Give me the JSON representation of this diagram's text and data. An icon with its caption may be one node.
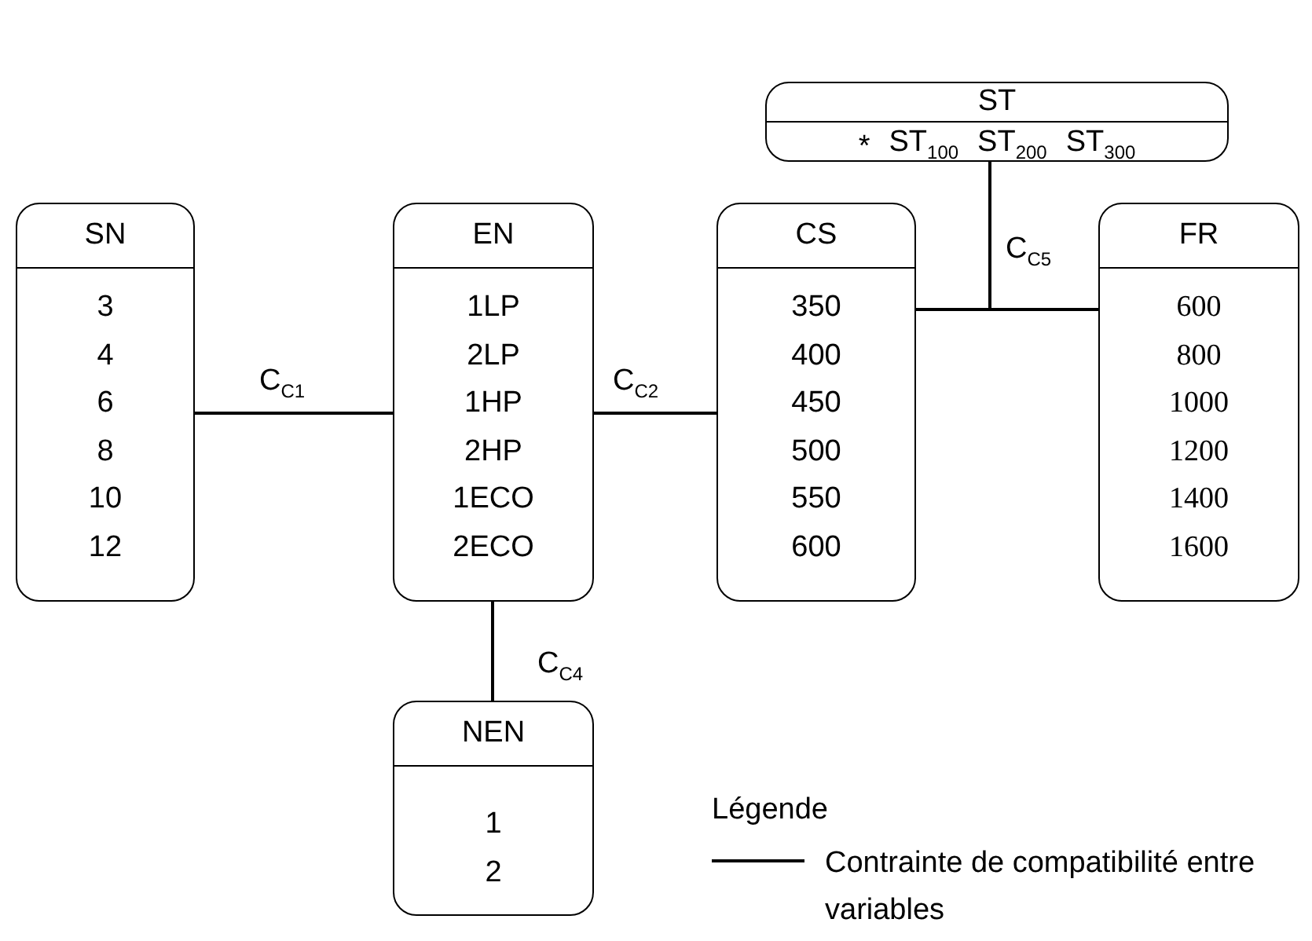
{
  "diagram": {
    "nodes": [
      {
        "text": [
          "SN",
          "3",
          "4",
          "6",
          "8",
          "10",
          "12"
        ]
      },
      {
        "text": [
          "EN",
          "1LP",
          "2LP",
          "1HP",
          "2HP",
          "1ECO",
          "2ECO"
        ]
      },
      {
        "text": [
          "CS",
          "350",
          "400",
          "450",
          "500",
          "550",
          "600"
        ]
      },
      {
        "text": [
          "ST",
          "*",
          "ST$_{100}$",
          "ST$_{200}$",
          "ST$_{300}$"
        ]
      },
      {
        "text": [
          "FR",
          "600",
          "800",
          "1000",
          "1200",
          "1400",
          "1600"
        ]
      },
      {
        "text": [
          "NEN",
          "1",
          "2"
        ]
      }
    ],
    "edges": [
      {
        "from": 0,
        "to": 1,
        "arrow": "none",
        "label": "C$_{C1}$"
      },
      {
        "from": 1,
        "to": 2,
        "arrow": "none",
        "label": "C$_{C2}$"
      },
      {
        "from": 1,
        "to": 5,
        "arrow": "none",
        "label": "C$_{C4}$"
      },
      {
        "from": 3,
        "to": 2,
        "arrow": "none",
        "label": "C$_{C5}$"
      },
      {
        "from": 3,
        "to": 4,
        "arrow": "none"
      }
    ],
    "labels": [
      "Légende"
    ],
    "legend": [
      {
        "text": "Contrainte de compatibilité entre variables"
      }
    ]
  }
}
